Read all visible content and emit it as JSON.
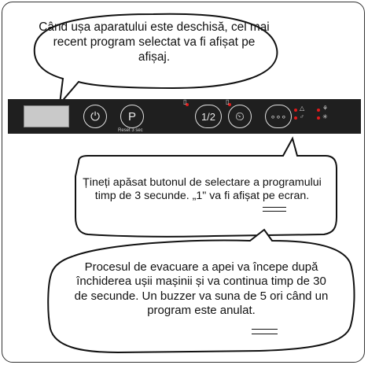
{
  "panel": {
    "buttons": {
      "power": "⏻",
      "program": "P",
      "program_sub": "Reset 3 sec",
      "half_load": "1/2",
      "delay": "⏲",
      "options": "∘∘∘"
    },
    "indicator_color": "#e01b1b",
    "panel_color": "#1f1f1f"
  },
  "bubbles": {
    "top": "Când ușa aparatului este deschisă, cel mai recent program selectat va fi afișat pe afișaj.",
    "middle": "Țineți apăsat butonul de selectare a programului timp de 3 secunde. „1\" va fi afișat pe ecran.",
    "bottom": "Procesul de evacuare a apei va începe după închiderea ușii mașinii și va continua timp de 30 de secunde. Un buzzer va suna de 5 ori când un program este anulat."
  }
}
